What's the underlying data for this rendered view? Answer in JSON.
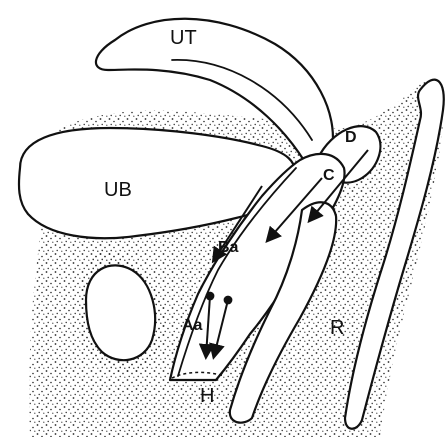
{
  "labels": {
    "ut": "UT",
    "ub": "UB",
    "d": "D",
    "c": "C",
    "ba": "Ba",
    "aa": "Aa",
    "r": "R",
    "h": "H"
  },
  "colors": {
    "ink": "#111111",
    "paper": "#ffffff",
    "stipple": "#2a2a2a"
  }
}
